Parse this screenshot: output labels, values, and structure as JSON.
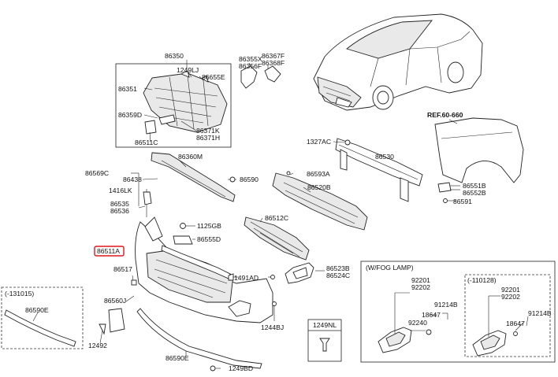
{
  "labels": {
    "p86350": "86350",
    "p1249LJ": "1249LJ",
    "p86655E": "86655E",
    "p86351": "86351",
    "p86359D": "86359D",
    "p86371K": "86371K",
    "p86371H": "86371H",
    "p86511C": "86511C",
    "p86355X": "86355X",
    "p86356F": "86356F",
    "p86367F": "86367F",
    "p86368F": "86368F",
    "p86360M": "86360M",
    "p86569C": "86569C",
    "p86438": "86438",
    "p86590": "86590",
    "p1416LK": "1416LK",
    "p86535": "86535",
    "p86536": "86536",
    "p1125GB": "1125GB",
    "p86555D": "86555D",
    "p86511A": "86511A",
    "p86517": "86517",
    "p1491AD": "1491AD",
    "p86560J": "86560J",
    "p12492": "12492",
    "p1244BJ": "1244BJ",
    "p86590E_main": "86590E",
    "p1249BD": "1249BD",
    "p1249NL": "1249NL",
    "p131015": "(-131015)",
    "p86590E_inset": "86590E",
    "p1327AC": "1327AC",
    "p86530": "86530",
    "p86593A": "86593A",
    "p86520B": "86520B",
    "p86512C": "86512C",
    "p86523B": "86523B",
    "p86524C": "86524C",
    "pREF": "REF.60-660",
    "p86551B": "86551B",
    "p86552B": "86552B",
    "p86591": "86591",
    "pFOG": "(W/FOG LAMP)",
    "p92201a": "92201",
    "p92202a": "92202",
    "p91214Ba": "91214B",
    "p18647a": "18647",
    "p92240": "92240",
    "p110128": "(-110128)",
    "p92201b": "92201",
    "p92202b": "92202",
    "p91214Bb": "91214B",
    "p18647b": "18647"
  },
  "colors": {
    "highlight": "#e0161c",
    "line": "#222222"
  }
}
